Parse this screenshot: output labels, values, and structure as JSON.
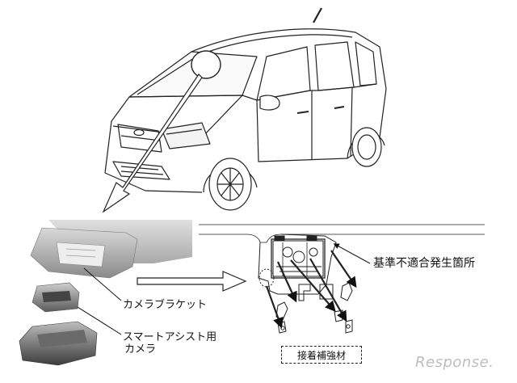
{
  "labels": {
    "camera_bracket": "カメラブラケット",
    "smart_assist_camera_line1": "スマートアシスト用",
    "smart_assist_camera_line2": "カメラ",
    "defect_location": "基準不適合発生箇所",
    "adhesive_reinforcement": "接着補強材"
  },
  "watermark": {
    "logo_text": "Response."
  },
  "colors": {
    "line": "#222222",
    "photo_gray": "#b5b5b5",
    "watermark": "#bdbdbd"
  }
}
